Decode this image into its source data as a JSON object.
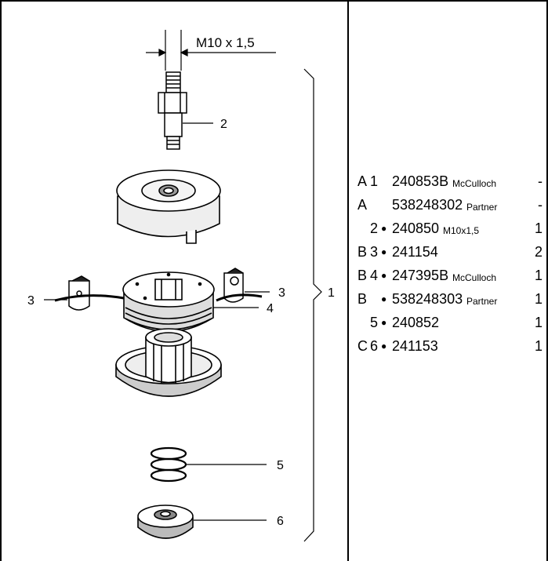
{
  "diagram": {
    "thread_label": "M10 x 1,5",
    "callouts": [
      "2",
      "3",
      "3",
      "4",
      "1",
      "5",
      "6"
    ]
  },
  "parts_list": [
    {
      "letter": "A",
      "num": "1",
      "bullet": "",
      "part": "240853B",
      "note": "McCulloch",
      "qty": "-"
    },
    {
      "letter": "A",
      "num": "",
      "bullet": "",
      "part": "538248302",
      "note": "Partner",
      "qty": "-"
    },
    {
      "letter": "",
      "num": "2",
      "bullet": "●",
      "part": "240850",
      "note": "M10x1,5",
      "qty": "1"
    },
    {
      "letter": "B",
      "num": "3",
      "bullet": "●",
      "part": "241154",
      "note": "",
      "qty": "2"
    },
    {
      "letter": "B",
      "num": "4",
      "bullet": "●",
      "part": "247395B",
      "note": "McCulloch",
      "qty": "1"
    },
    {
      "letter": "B",
      "num": "",
      "bullet": "●",
      "part": "538248303",
      "note": "Partner",
      "qty": "1"
    },
    {
      "letter": "",
      "num": "5",
      "bullet": "●",
      "part": "240852",
      "note": "",
      "qty": "1"
    },
    {
      "letter": "C",
      "num": "6",
      "bullet": "●",
      "part": "241153",
      "note": "",
      "qty": "1"
    }
  ]
}
